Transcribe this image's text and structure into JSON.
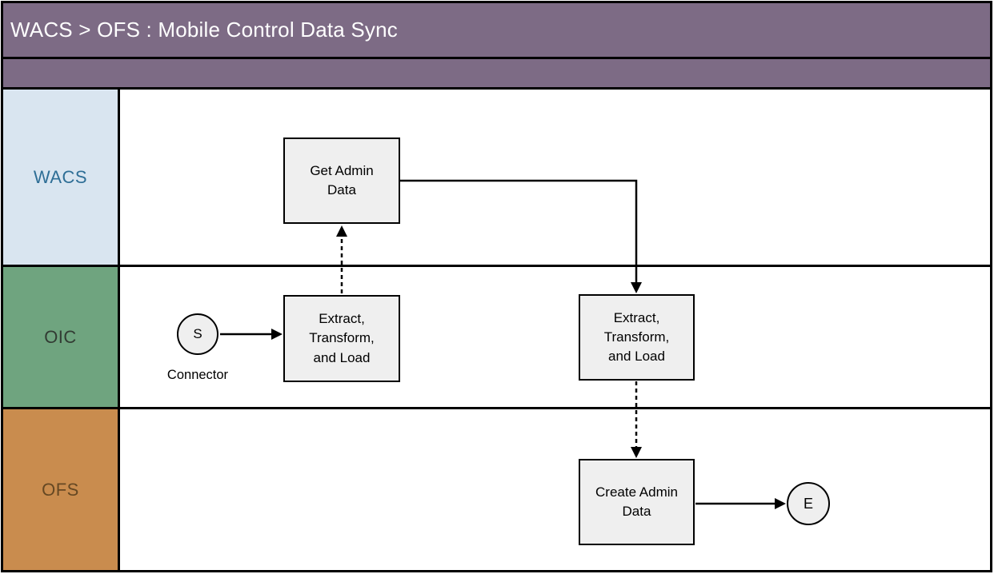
{
  "diagram": {
    "title": "WACS > OFS : Mobile Control Data Sync",
    "lanes": [
      {
        "label": "WACS"
      },
      {
        "label": "OIC"
      },
      {
        "label": "OFS"
      }
    ],
    "nodes": {
      "start": {
        "letter": "S",
        "caption": "Connector"
      },
      "get_admin": {
        "label": "Get Admin Data"
      },
      "etl_left": {
        "label": "Extract, Transform, and Load"
      },
      "etl_right": {
        "label": "Extract, Transform, and Load"
      },
      "create_admin": {
        "label": "Create Admin Data"
      },
      "end": {
        "letter": "E"
      }
    },
    "colors": {
      "header_bg": "#7d6b85",
      "wacs_bg": "#d9e5f0",
      "wacs_text": "#2e6e96",
      "oic_bg": "#6fa47f",
      "oic_text": "#323b33",
      "ofs_bg": "#c98c4e",
      "ofs_text": "#654823",
      "node_bg": "#efefef",
      "line": "#000000"
    }
  }
}
